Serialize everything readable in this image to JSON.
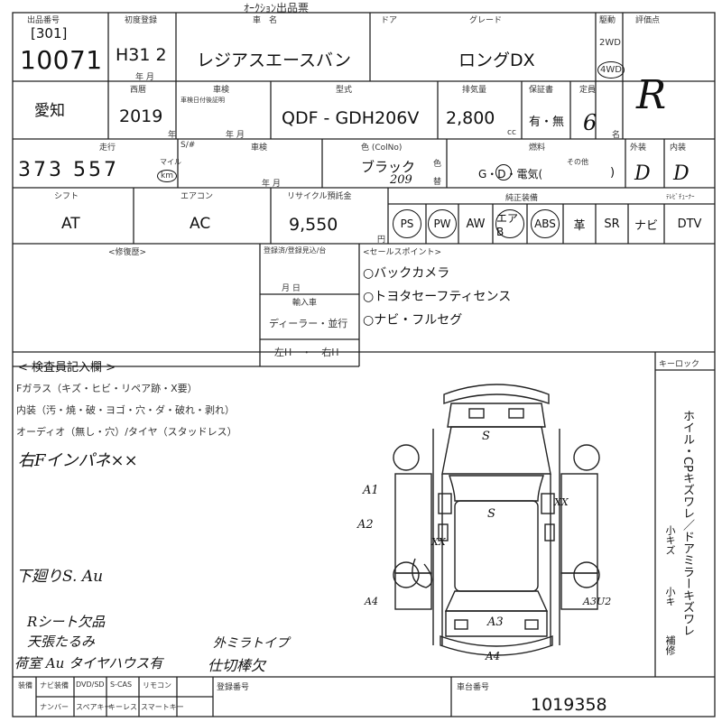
{
  "header": {
    "top_title": "ｵｰｸｼｮﾝ出品票"
  },
  "lot": {
    "block_label": "出品番号",
    "prefix": "[301]",
    "number": "10071"
  },
  "first_reg": {
    "label": "初度登録",
    "value": "H31 2",
    "unit": "年 月"
  },
  "car_name": {
    "label": "車　名",
    "value": "レジアスエースバン"
  },
  "door": {
    "label": "ドア"
  },
  "grade": {
    "label": "グレード",
    "value": "ロングDX"
  },
  "drive": {
    "label": "駆動",
    "opt1": "2WD",
    "opt2": "4WD"
  },
  "eval": {
    "label": "評価点",
    "value": "R"
  },
  "region": {
    "value": "愛知"
  },
  "year": {
    "label": "西暦",
    "value": "2019",
    "unit": "年"
  },
  "inspection": {
    "label": "車検",
    "sub": "車検日付後証明",
    "unit": "年 月"
  },
  "model": {
    "label": "型式",
    "value": "QDF - GDH206V"
  },
  "displacement": {
    "label": "排気量",
    "value": "2,800",
    "unit": "cc"
  },
  "warranty": {
    "label": "保証書",
    "value": "有・無"
  },
  "capacity": {
    "label": "定員",
    "value": "6",
    "unit": "名"
  },
  "mileage": {
    "label": "走行",
    "value": "373  557",
    "unit_mile": "マイル",
    "unit_km": "km",
    "sw": "S/#"
  },
  "vin": {
    "label": "車検",
    "unit": "年 月"
  },
  "color": {
    "label": "色 (ColNo)",
    "value": "ブラック",
    "code": "209",
    "side1": "色",
    "side2": "替"
  },
  "fuel": {
    "label": "燃料",
    "value": "G・D・電気(",
    "other": "その他",
    "close": ")"
  },
  "exterior": {
    "label": "外装",
    "value": "D"
  },
  "interior": {
    "label": "内装",
    "value": "D"
  },
  "shift": {
    "label": "シフト",
    "value": "AT"
  },
  "aircon": {
    "label": "エアコン",
    "value": "AC"
  },
  "recycle": {
    "label": "リサイクル預託金",
    "value": "9,550",
    "unit": "円"
  },
  "equipment": {
    "label": "純正装備",
    "items": [
      "PS",
      "PW",
      "AW",
      "エアB",
      "ABS",
      "革",
      "SR",
      "ナビ",
      "DTV"
    ],
    "circled": [
      true,
      true,
      false,
      true,
      true,
      false,
      false,
      false,
      false
    ],
    "tv_label": "ﾃﾚﾋﾞﾁｭｰﾅｰ"
  },
  "history": {
    "label": "<修復歴>"
  },
  "record_label": {
    "label": "登録済/登録見込/台",
    "unit": "月 日"
  },
  "import": {
    "label": "輸入車",
    "value": "ディーラー・並行"
  },
  "handle": {
    "value": "左H　・　右H"
  },
  "sales_points": {
    "label": "<セールスポイント>",
    "items": [
      "○バックカメラ",
      "○トヨタセーフティセンス",
      "○ナビ・フルセグ"
    ]
  },
  "inspector": {
    "label": "< 検査員記入欄 >",
    "lines": [
      "Fガラス（キズ・ヒビ・リペア跡・X要）",
      "内装（汚・焼・破・ヨゴ・穴・ダ・破れ・剥れ）",
      "オーディオ（無し・穴）/タイヤ（スタッドレス）"
    ],
    "notes": [
      "右Fインパネ××",
      "下廻りS. Au",
      "Rシート欠品",
      "天張たるみ",
      "荷室 Au タイヤハウス有",
      "外ミラトイプ",
      "仕切棒欠"
    ]
  },
  "key_lock": {
    "label": "キーロック"
  },
  "side_note": {
    "text": "ホイル・CPキズワレ／ドアミラーキズワレ",
    "small": "小キズ",
    "small2": "小キ",
    "sub": "補修"
  },
  "diagram": {
    "labels": [
      "S",
      "S",
      "A1",
      "A2",
      "XX",
      "XX",
      "A3",
      "A4",
      "A3U2",
      "A4"
    ]
  },
  "bottom": {
    "labels": [
      "装備",
      "ナビ装備",
      "DVD/SD",
      "S-CAS",
      "リモコン",
      "ナンバー",
      "スペアキー",
      "キーレス",
      "スマートキー"
    ],
    "reg_label": "登録番号",
    "chassis_label": "車台番号",
    "chassis_value": "1019358"
  }
}
